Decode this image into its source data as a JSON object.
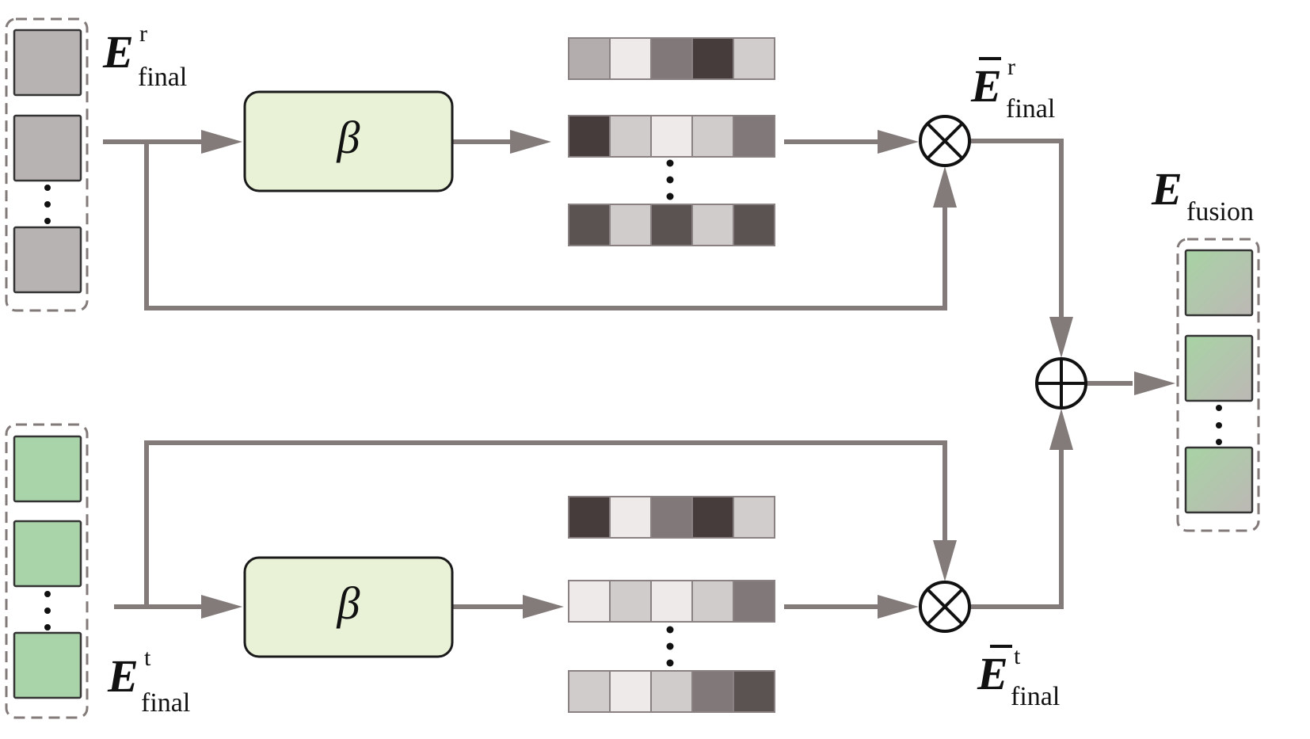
{
  "title": "Feature fusion diagram",
  "colors": {
    "line": "#837a7a",
    "gray_cell": "#b8b3b3",
    "green_cell": "#a9d3a9",
    "beta_box": "#e9f2d6",
    "fusion_cell_from": "#a7d3a4",
    "fusion_cell_to": "#bdb8b5"
  },
  "labels": {
    "top_input": {
      "main": "E",
      "sup": "r",
      "sub": "final"
    },
    "bottom_input": {
      "main": "E",
      "sup": "t",
      "sub": "final"
    },
    "top_output": {
      "main": "E",
      "sup": "r",
      "sub": "final",
      "bar": true
    },
    "bottom_output": {
      "main": "E",
      "sup": "t",
      "sub": "final",
      "bar": true
    },
    "fusion": {
      "main": "E",
      "sub": "fusion"
    },
    "beta": "β"
  },
  "operators": {
    "multiply": "⊗",
    "add": "⊕"
  },
  "weight_rows": {
    "top": [
      [
        "#b4adad",
        "#eeeaea",
        "#817979",
        "#463c3c",
        "#d2cdcd"
      ],
      [
        "#463c3c",
        "#d1cccc",
        "#eeeaea",
        "#d1cccc",
        "#817979"
      ],
      [
        "#5b5252",
        "#d1cccc",
        "#5b5252",
        "#d1cccc",
        "#5b5252"
      ]
    ],
    "bottom": [
      [
        "#463c3c",
        "#eeeaea",
        "#817979",
        "#463c3c",
        "#d2cdcd"
      ],
      [
        "#eeeaea",
        "#d1cccc",
        "#eeeaea",
        "#d1cccc",
        "#817979"
      ],
      [
        "#d1cccc",
        "#eeeaea",
        "#d1cccc",
        "#817979",
        "#5b5252"
      ]
    ]
  }
}
